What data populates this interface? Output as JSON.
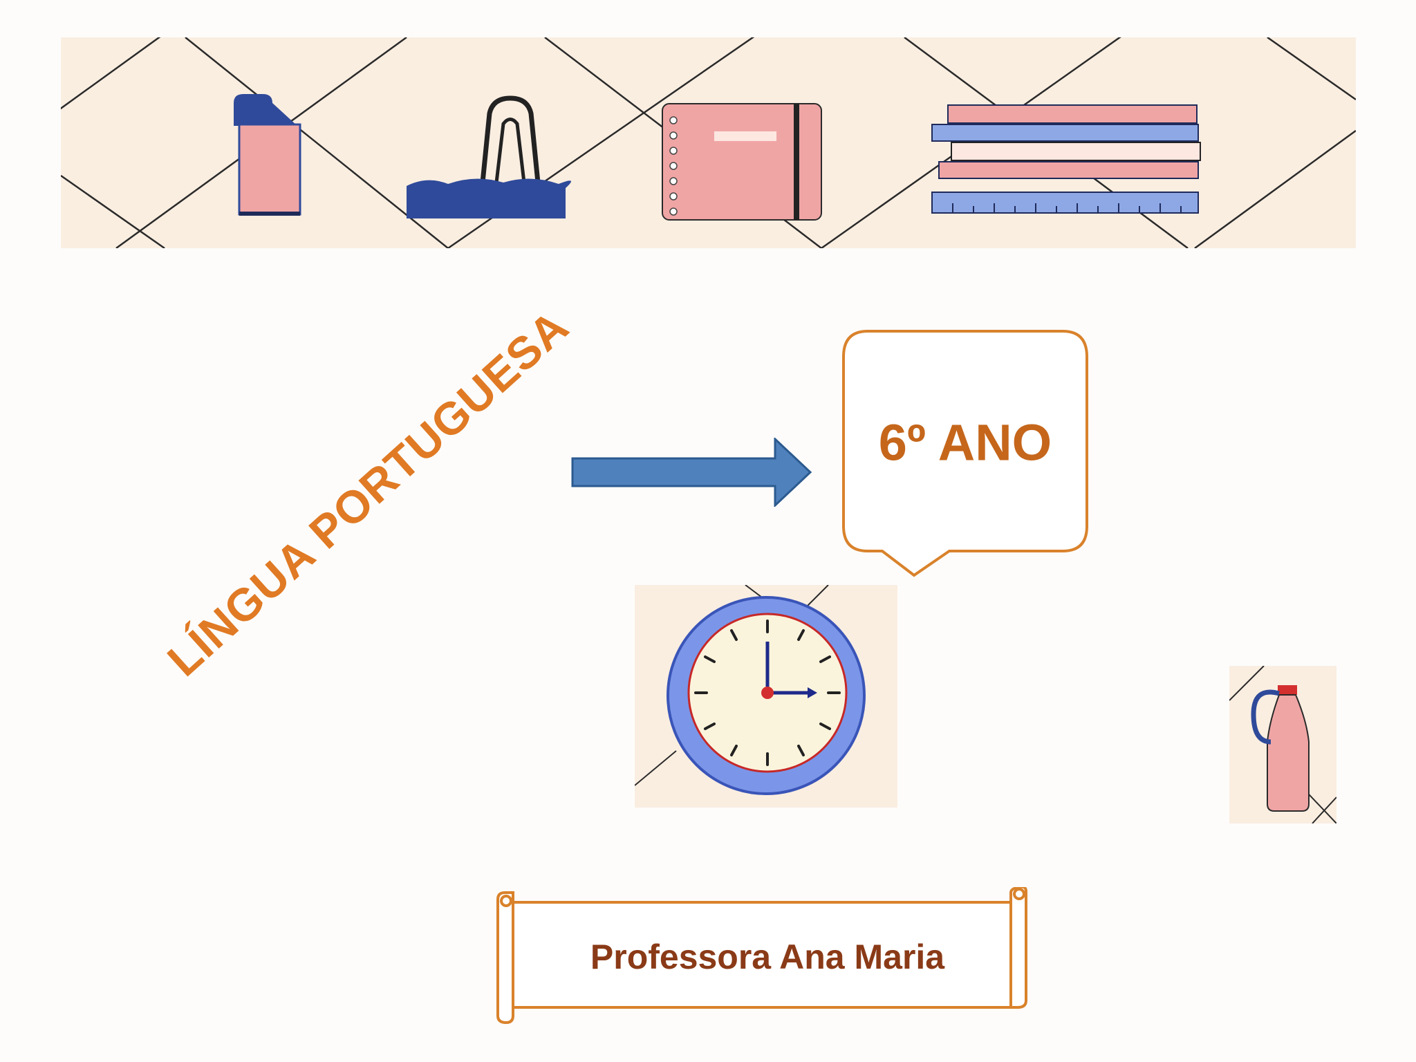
{
  "slide": {
    "subject": "LÍNGUA PORTUGUESA",
    "grade": "6º ANO",
    "teacher": "Professora Ana Maria"
  },
  "colors": {
    "subject_orange": "#e07a24",
    "grade_text": "#c5661b",
    "teacher_text": "#8a3a17",
    "outline_orange": "#d9822b",
    "arrow_blue": "#4f81bd",
    "pastel_pink": "#f0a5a5",
    "navy": "#2f4a9a",
    "cream": "#faeee1"
  },
  "illustrations": {
    "banner": [
      "eraser-icon",
      "binder-clip-icon",
      "notebook-icon",
      "book-stack-icon"
    ],
    "tiles": [
      "wall-clock-icon",
      "water-bottle-icon"
    ]
  }
}
